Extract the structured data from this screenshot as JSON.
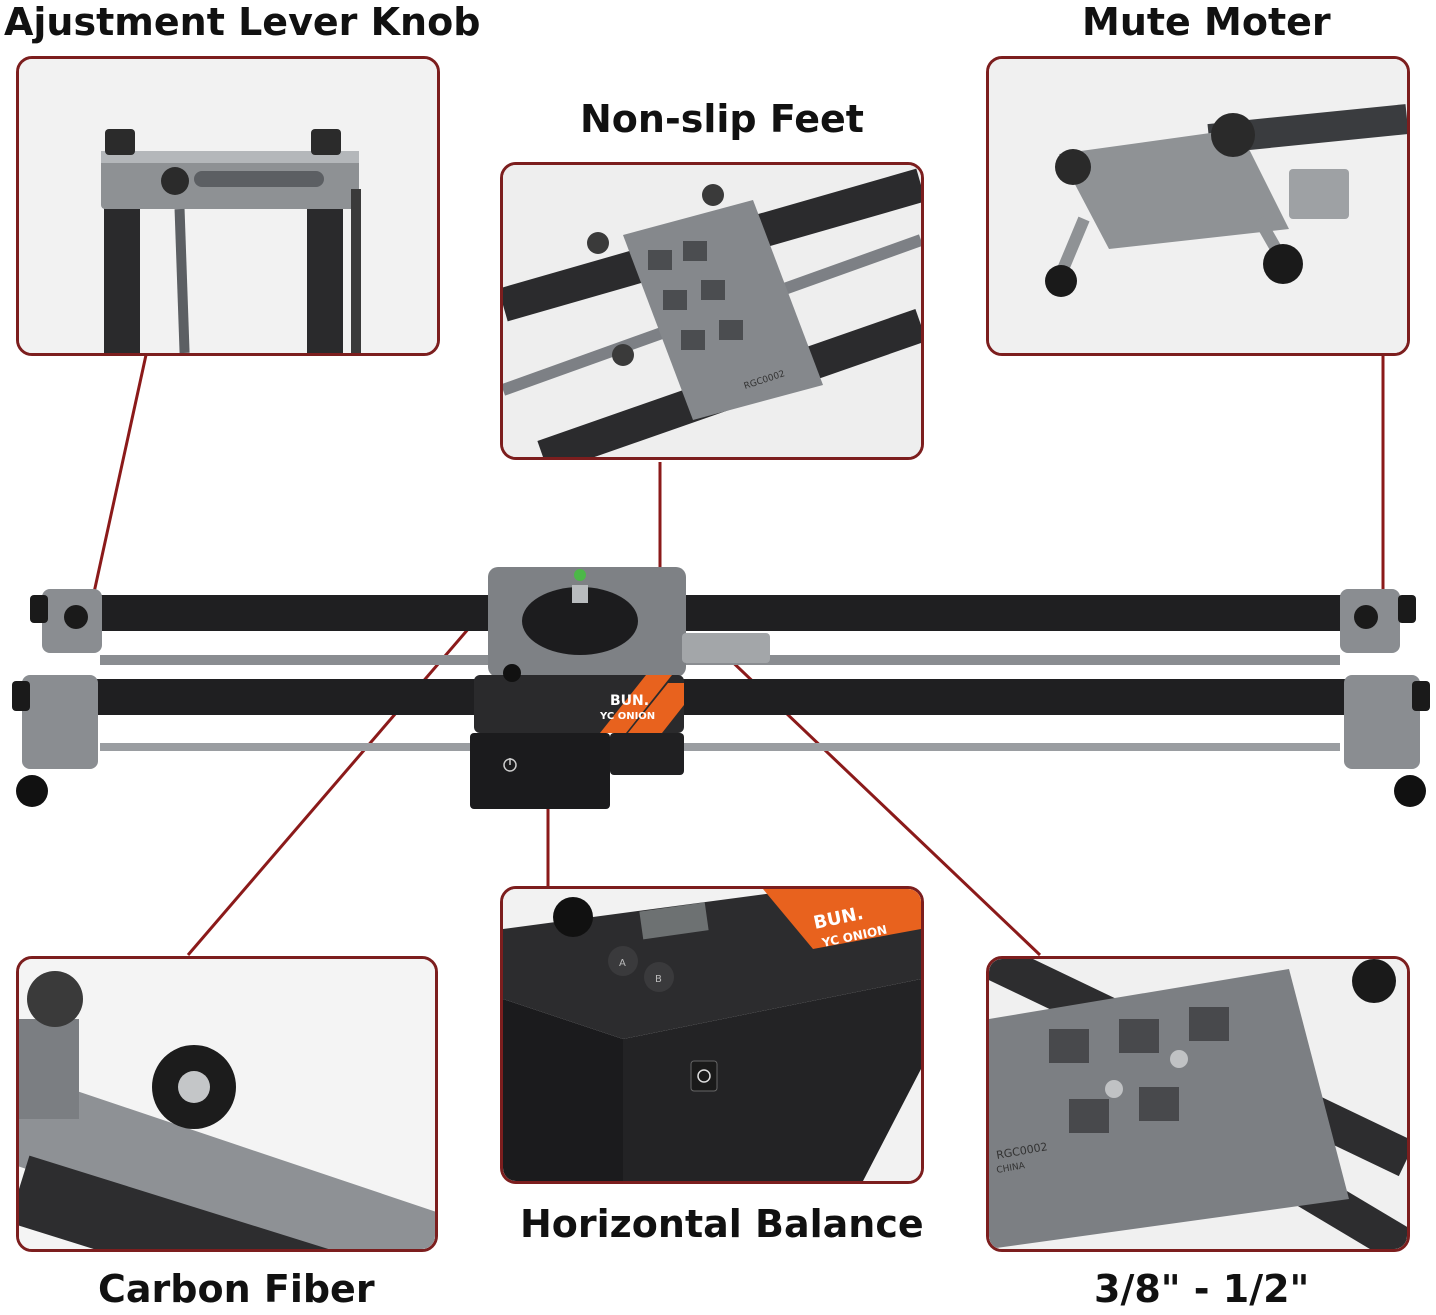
{
  "labels": {
    "adjustment_knob": "Ajustment Lever Knob",
    "mute_motor": "Mute Moter",
    "non_slip_feet": "Non-slip Feet",
    "horizontal_balance": "Horizontal Balance",
    "carbon_fiber": "Carbon Fiber",
    "thread_size": "3/8\" - 1/2\""
  },
  "product_markings": {
    "brand_top": "BUN.",
    "brand_bottom": "YC ONION",
    "button_a": "A",
    "button_b": "B",
    "model_code": "RGC0002",
    "made_in": "CHINA"
  },
  "colors": {
    "callout_red": "#8b1a1a",
    "panel_border": "#7c1e1e",
    "brand_orange": "#e8621e",
    "aluminum": "#8a8d91",
    "carbon": "#1f1f21"
  }
}
